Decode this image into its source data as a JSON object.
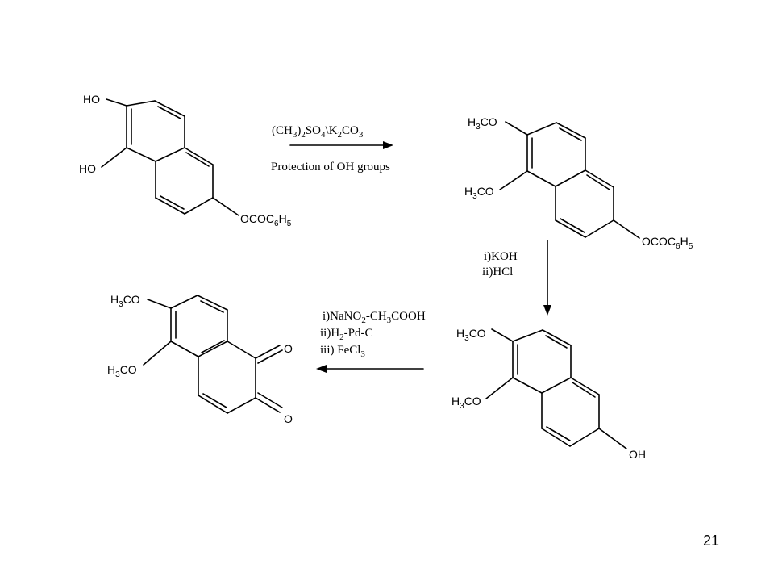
{
  "slide": {
    "page_number": "21"
  },
  "molecule1": {
    "sub_top": "HO",
    "sub_mid": "HO",
    "ester": {
      "a": "OCOC",
      "b": "6",
      "c": "H",
      "d": "5"
    }
  },
  "step1": {
    "reagent": {
      "p1": "(CH",
      "p2": "3",
      "p3": ")",
      "p4": "2",
      "p5": "SO",
      "p6": "4",
      "p7": "\\K",
      "p8": "2",
      "p9": "CO",
      "p10": "3"
    },
    "description": "Protection of OH groups"
  },
  "molecule2": {
    "methoxy": {
      "a": "H",
      "b": "3",
      "c": "CO"
    },
    "ester": {
      "a": "OCOC",
      "b": "6",
      "c": "H",
      "d": "5"
    }
  },
  "step2": {
    "line1": "i)KOH",
    "line2": "ii)HCl"
  },
  "molecule3": {
    "methoxy": {
      "a": "H",
      "b": "3",
      "c": "CO"
    },
    "hydroxy": "OH"
  },
  "step3": {
    "line1": {
      "a": "i)NaNO",
      "b": "2",
      "c": "-CH",
      "d": "3",
      "e": "COOH"
    },
    "line2": {
      "a": "ii)H",
      "b": "2",
      "c": "-Pd-C"
    },
    "line3": {
      "a": "iii) FeCl",
      "b": "3"
    }
  },
  "molecule4": {
    "methoxy": {
      "a": "H",
      "b": "3",
      "c": "CO"
    },
    "oxo": "O"
  }
}
